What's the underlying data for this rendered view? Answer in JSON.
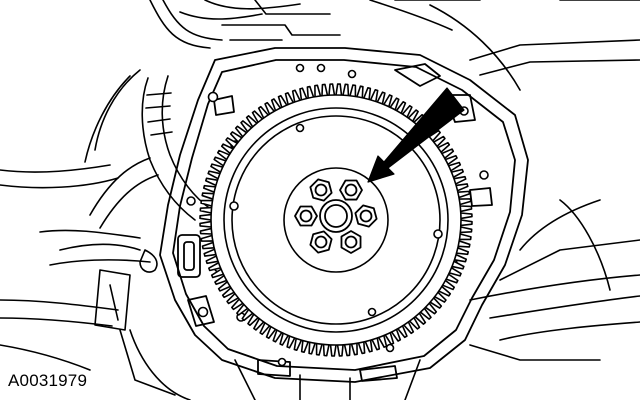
{
  "figure": {
    "id_label": "A0031979"
  },
  "illustration": {
    "subject": "flywheel-with-ring-gear",
    "bolt_count": 6,
    "ring_gear_tooth_count": 112,
    "pointer": "arrow-to-bolt",
    "colors": {
      "line": "#000000",
      "fill": "#ffffff"
    }
  }
}
